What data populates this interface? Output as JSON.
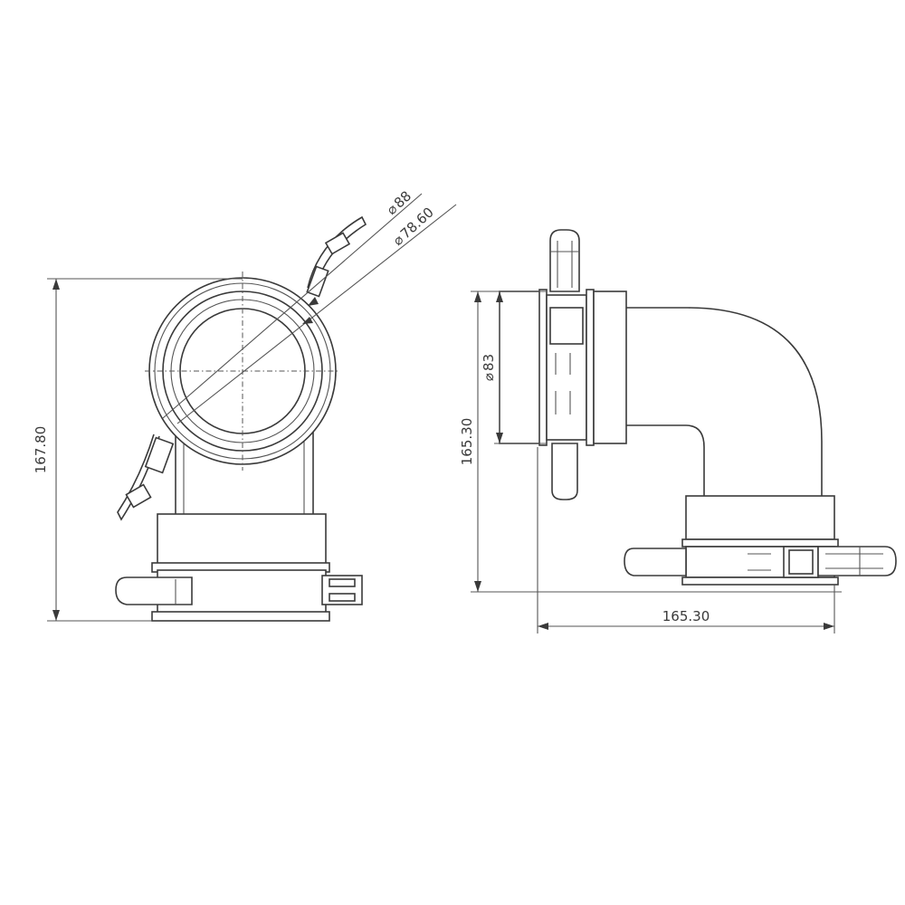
{
  "dimensions": {
    "front_height": "167.80",
    "outer_diameter": "88",
    "inner_diameter": "78.60",
    "side_diameter": "83",
    "side_height": "165.30",
    "side_width": "165.30"
  },
  "diameter_symbol": "⌀",
  "colors": {
    "line": "#3a3a3a",
    "background": "#ffffff"
  }
}
